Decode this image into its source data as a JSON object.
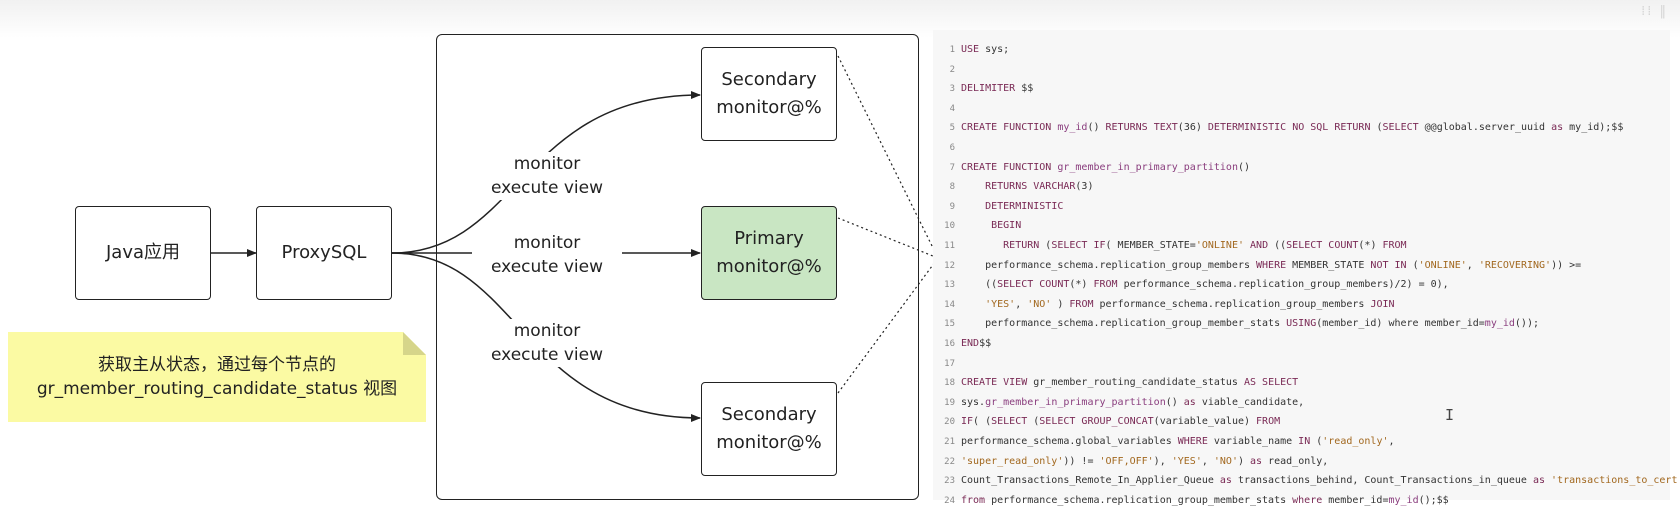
{
  "diagram": {
    "nodes": {
      "java_app": "Java应用",
      "proxysql": "ProxySQL",
      "secondary_top": [
        "Secondary",
        "monitor@%"
      ],
      "primary": [
        "Primary",
        "monitor@%"
      ],
      "secondary_bottom": [
        "Secondary",
        "monitor@%"
      ]
    },
    "edge_labels": {
      "top": [
        "monitor",
        "execute view"
      ],
      "middle": [
        "monitor",
        "execute view"
      ],
      "bottom": [
        "monitor",
        "execute view"
      ]
    },
    "note": [
      "获取主从状态，通过每个节点的",
      "gr_member_routing_candidate_status 视图"
    ],
    "colors": {
      "primary_fill": "#c9e6c3",
      "note_fill": "#fbfaa3"
    }
  },
  "code": {
    "lines": [
      {
        "n": "1",
        "parts": [
          [
            "kw",
            "USE"
          ],
          [
            "plain",
            " sys;"
          ]
        ]
      },
      {
        "n": "2",
        "parts": []
      },
      {
        "n": "3",
        "parts": [
          [
            "kw",
            "DELIMITER"
          ],
          [
            "plain",
            " $$"
          ]
        ]
      },
      {
        "n": "4",
        "parts": []
      },
      {
        "n": "5",
        "parts": [
          [
            "kw",
            "CREATE FUNCTION"
          ],
          [
            "plain",
            " "
          ],
          [
            "fn",
            "my_id"
          ],
          [
            "plain",
            "() "
          ],
          [
            "kw",
            "RETURNS"
          ],
          [
            "plain",
            " "
          ],
          [
            "kw",
            "TEXT"
          ],
          [
            "plain",
            "(36) "
          ],
          [
            "kw",
            "DETERMINISTIC NO SQL RETURN"
          ],
          [
            "plain",
            " ("
          ],
          [
            "kw",
            "SELECT"
          ],
          [
            "plain",
            " @@global.server_uuid "
          ],
          [
            "kw",
            "as"
          ],
          [
            "plain",
            " my_id);$$"
          ]
        ]
      },
      {
        "n": "6",
        "parts": []
      },
      {
        "n": "7",
        "parts": [
          [
            "kw",
            "CREATE FUNCTION"
          ],
          [
            "plain",
            " "
          ],
          [
            "fn",
            "gr_member_in_primary_partition"
          ],
          [
            "plain",
            "()"
          ]
        ]
      },
      {
        "n": "8",
        "parts": [
          [
            "plain",
            "    "
          ],
          [
            "kw",
            "RETURNS VARCHAR"
          ],
          [
            "plain",
            "(3)"
          ]
        ]
      },
      {
        "n": "9",
        "parts": [
          [
            "plain",
            "    "
          ],
          [
            "kw",
            "DETERMINISTIC"
          ]
        ]
      },
      {
        "n": "10",
        "parts": [
          [
            "plain",
            "     "
          ],
          [
            "kw",
            "BEGIN"
          ]
        ]
      },
      {
        "n": "11",
        "parts": [
          [
            "plain",
            "       "
          ],
          [
            "kw",
            "RETURN"
          ],
          [
            "plain",
            " ("
          ],
          [
            "kw",
            "SELECT IF"
          ],
          [
            "plain",
            "( MEMBER_STATE="
          ],
          [
            "str",
            "'ONLINE'"
          ],
          [
            "plain",
            " "
          ],
          [
            "kw",
            "AND"
          ],
          [
            "plain",
            " (("
          ],
          [
            "kw",
            "SELECT COUNT"
          ],
          [
            "plain",
            "(*) "
          ],
          [
            "kw",
            "FROM"
          ]
        ]
      },
      {
        "n": "12",
        "parts": [
          [
            "plain",
            "    performance_schema.replication_group_members "
          ],
          [
            "kw",
            "WHERE"
          ],
          [
            "plain",
            " MEMBER_STATE "
          ],
          [
            "kw",
            "NOT IN"
          ],
          [
            "plain",
            " ("
          ],
          [
            "str",
            "'ONLINE'"
          ],
          [
            "plain",
            ", "
          ],
          [
            "str",
            "'RECOVERING'"
          ],
          [
            "plain",
            ")) >="
          ]
        ]
      },
      {
        "n": "13",
        "parts": [
          [
            "plain",
            "    (("
          ],
          [
            "kw",
            "SELECT COUNT"
          ],
          [
            "plain",
            "(*) "
          ],
          [
            "kw",
            "FROM"
          ],
          [
            "plain",
            " performance_schema.replication_group_members)/2) = 0),"
          ]
        ]
      },
      {
        "n": "14",
        "parts": [
          [
            "plain",
            "    "
          ],
          [
            "str",
            "'YES'"
          ],
          [
            "plain",
            ", "
          ],
          [
            "str",
            "'NO'"
          ],
          [
            "plain",
            " ) "
          ],
          [
            "kw",
            "FROM"
          ],
          [
            "plain",
            " performance_schema.replication_group_members "
          ],
          [
            "kw",
            "JOIN"
          ]
        ]
      },
      {
        "n": "15",
        "parts": [
          [
            "plain",
            "    performance_schema.replication_group_member_stats "
          ],
          [
            "kw",
            "USING"
          ],
          [
            "plain",
            "(member_id) where member_id="
          ],
          [
            "fn",
            "my_id"
          ],
          [
            "plain",
            "());"
          ]
        ]
      },
      {
        "n": "16",
        "parts": [
          [
            "kw",
            "END"
          ],
          [
            "plain",
            "$$"
          ]
        ]
      },
      {
        "n": "17",
        "parts": []
      },
      {
        "n": "18",
        "parts": [
          [
            "kw",
            "CREATE VIEW"
          ],
          [
            "plain",
            " gr_member_routing_candidate_status "
          ],
          [
            "kw",
            "AS SELECT"
          ]
        ]
      },
      {
        "n": "19",
        "parts": [
          [
            "plain",
            "sys."
          ],
          [
            "fn",
            "gr_member_in_primary_partition"
          ],
          [
            "plain",
            "() "
          ],
          [
            "kw",
            "as"
          ],
          [
            "plain",
            " viable_candidate,"
          ]
        ]
      },
      {
        "n": "20",
        "parts": [
          [
            "kw",
            "IF"
          ],
          [
            "plain",
            "( ("
          ],
          [
            "kw",
            "SELECT"
          ],
          [
            "plain",
            " ("
          ],
          [
            "kw",
            "SELECT GROUP_CONCAT"
          ],
          [
            "plain",
            "(variable_value) "
          ],
          [
            "kw",
            "FROM"
          ]
        ]
      },
      {
        "n": "21",
        "parts": [
          [
            "plain",
            "performance_schema.global_variables "
          ],
          [
            "kw",
            "WHERE"
          ],
          [
            "plain",
            " variable_name "
          ],
          [
            "kw",
            "IN"
          ],
          [
            "plain",
            " ("
          ],
          [
            "str",
            "'read_only'"
          ],
          [
            "plain",
            ","
          ]
        ]
      },
      {
        "n": "22",
        "parts": [
          [
            "str",
            "'super_read_only'"
          ],
          [
            "plain",
            ")) != "
          ],
          [
            "str",
            "'OFF,OFF'"
          ],
          [
            "plain",
            "), "
          ],
          [
            "str",
            "'YES'"
          ],
          [
            "plain",
            ", "
          ],
          [
            "str",
            "'NO'"
          ],
          [
            "plain",
            ") "
          ],
          [
            "kw",
            "as"
          ],
          [
            "plain",
            " read_only,"
          ]
        ]
      },
      {
        "n": "23",
        "parts": [
          [
            "plain",
            "Count_Transactions_Remote_In_Applier_Queue "
          ],
          [
            "kw",
            "as"
          ],
          [
            "plain",
            " transactions_behind, Count_Transactions_in_queue "
          ],
          [
            "kw",
            "as"
          ],
          [
            "plain",
            " "
          ],
          [
            "str",
            "'transactions_to_cert'"
          ]
        ]
      },
      {
        "n": "24",
        "parts": [
          [
            "kw",
            "from"
          ],
          [
            "plain",
            " performance_schema.replication_group_member_stats "
          ],
          [
            "kw",
            "where"
          ],
          [
            "plain",
            " member_id="
          ],
          [
            "fn",
            "my_id"
          ],
          [
            "plain",
            "();$$"
          ]
        ]
      }
    ]
  }
}
